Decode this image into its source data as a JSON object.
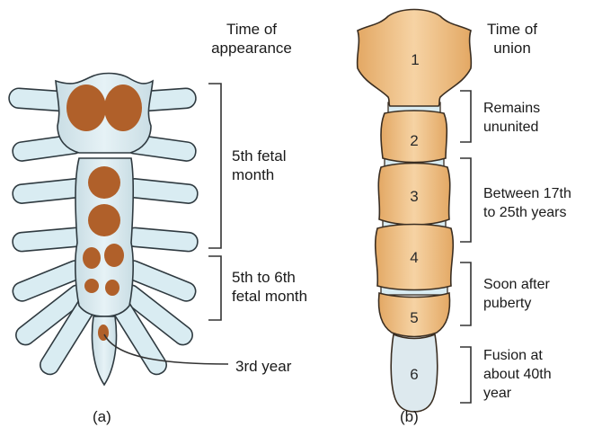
{
  "panel_a": {
    "header": "Time of\nappearance",
    "labels": [
      "5th fetal\nmonth",
      "5th to 6th\nfetal month",
      "3rd year"
    ],
    "caption": "(a)"
  },
  "panel_b": {
    "header": "Time of\nunion",
    "segment_numbers": [
      "1",
      "2",
      "3",
      "4",
      "5",
      "6"
    ],
    "labels": [
      "Remains\nununited",
      "Between 17th\nto 25th years",
      "Soon after\npuberty",
      "Fusion at\nabout 40th\nyear"
    ],
    "caption": "(b)"
  },
  "colors": {
    "cartilage_fill": "#d9ecf2",
    "cartilage_stroke": "#2f3a40",
    "ossification_center": "#b0602a",
    "bone_fill": "#f0c58f",
    "bone_stroke": "#3a2e22",
    "bracket": "#333333"
  }
}
